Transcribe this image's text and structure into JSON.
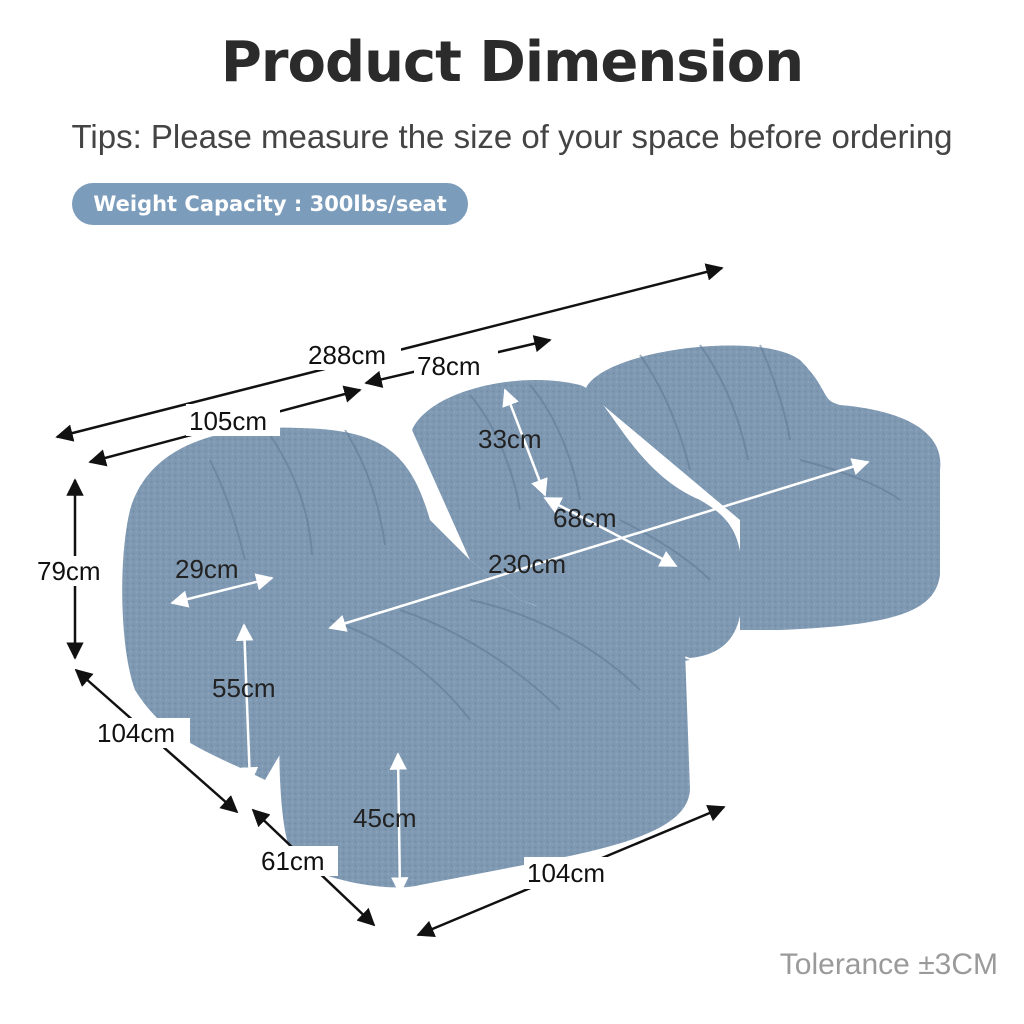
{
  "title": "Product Dimension",
  "tips": "Tips: Please measure the size of your space before ordering",
  "badge": "Weight Capacity : 300lbs/seat",
  "tolerance": "Tolerance ±3CM",
  "colors": {
    "badge": "#7c9cbc",
    "sofa": "#7f99b3",
    "sofa_dark": "#6b86a1",
    "sofa_light": "#94adc4"
  },
  "dimensions": {
    "total_length": "288cm",
    "left_seat_width": "105cm",
    "middle_width": "78cm",
    "height": "79cm",
    "back_thickness": "33cm",
    "seat_depth": "68cm",
    "arm_width": "29cm",
    "seat_length": "230cm",
    "seat_height": "55cm",
    "left_depth": "104cm",
    "ottoman_depth": "61cm",
    "ottoman_height": "45cm",
    "ottoman_length": "104cm"
  }
}
